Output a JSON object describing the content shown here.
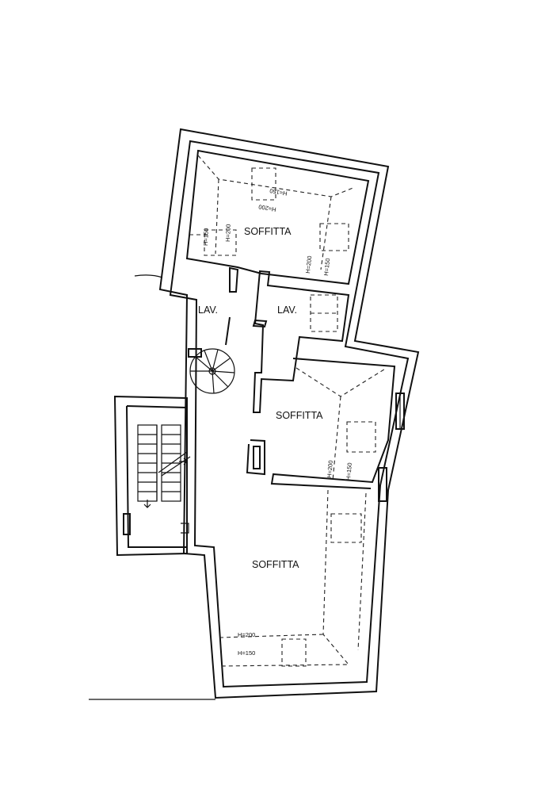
{
  "rooms": {
    "soffitta_top": "SOFFITTA",
    "lav_left": "LAV.",
    "lav_right": "LAV.",
    "soffitta_middle": "SOFFITTA",
    "soffitta_bottom": "SOFFITTA"
  },
  "heights": {
    "top_150": "H=150",
    "top_200": "H=200",
    "top_left_150": "H=150",
    "top_left_200": "H=200",
    "top_right_200": "H=200",
    "top_right_150": "H=150",
    "mid_200": "H=200",
    "mid_150": "H=150",
    "bottom_200": "H=200",
    "bottom_150": "H=150"
  }
}
